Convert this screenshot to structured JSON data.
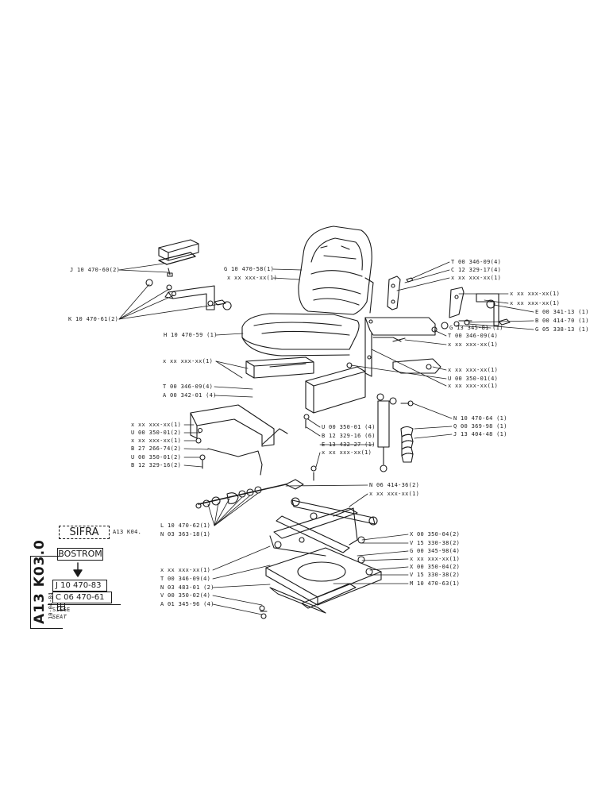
{
  "drawing": {
    "code": "A13 K03.0",
    "date": "10-04-84",
    "title_fr": "SIEGE",
    "title_en": "SEAT",
    "sifra_label": "SIFRA",
    "sifra_ref": "A13 K04.",
    "brand": "BOSTROM",
    "ref_1": "J 10 470-83",
    "ref_2": "C 06 470-61"
  },
  "parts": {
    "j_10470_60": "J 10 470-60(2)",
    "k_10470_61": "K 10 470-61(2)",
    "g_10470_58": "G 10 470-58(1)",
    "x_seat": "x xx xxx-xx(1)",
    "h_10470_59": "H 10 470-59 (1)",
    "x_slide": "x xx xxx-xx(1)",
    "t_00346_09_a": "T 00 346-09(4)",
    "a_00342_01": "A 00 342-01 (4)",
    "x_bracket": "x xx xxx-xx(1)",
    "u_00350_01_a": "U 00 350-01(2)",
    "x_rod": "x xx xxx-xx(1)",
    "b_27266_74": "B 27 266-74(2)",
    "u_00350_01_b": "U 00 350-01(2)",
    "b_12329_16_a": "B 12 329-16(2)",
    "t_00346_09_b": "T 00 346-09(4)",
    "c_12329_17": "C 12 329-17(4)",
    "x_arm_r": "x xx xxx-xx(1)",
    "x_arm_r2": "x xx xxx-xx(1)",
    "x_arm_r3": "x xx xxx-xx(1)",
    "e_00341_13": "E 00 341-13 (1)",
    "b_00414_70": "B 00 414-70 (1)",
    "g_13345_81": "G 13 345-81 (1)",
    "g_05338_13": "G 05 338-13 (1)",
    "t_00346_09_c": "T 00 346-09(4)",
    "x_side": "x xx xxx-xx(1)",
    "x_side2": "x xx xxx-xx(1)",
    "u_00350_01_c": "U 00 350-01(4)",
    "x_side3": "x xx xxx-xx(1)",
    "u_00350_01_d": "U 00 350-01 (4)",
    "b_12329_16_b": "B 12 329-16 (6)",
    "e_13432_27": "E 13 432-27 (1)",
    "x_mid": "x xx xxx-xx(1)",
    "n_10470_64": "N 10 470-64 (1)",
    "q_00369_98": "Q 00 369-98 (1)",
    "j_13404_48": "J 13 404-48 (1)",
    "n_06414_36": "N 06 414-36(2)",
    "x_axle": "x xx xxx-xx(1)",
    "l_10470_62": "L 10 470-62(1)",
    "n_03363_18": "N 03 363-18(1)",
    "x_00350_04_a": "X 00 350-04(2)",
    "v_15330_38_a": "V 15 330-38(2)",
    "g_00345_98": "G 00 345-98(4)",
    "x_base_r": "x xx xxx-xx(1)",
    "x_00350_04_b": "X 00 350-04(2)",
    "v_15330_38_b": "V 15 330-38(2)",
    "m_10470_63": "M 10 470-63(1)",
    "x_base_l": "x xx xxx-xx(1)",
    "t_00346_09_d": "T 00 346-09(4)",
    "n_03483_01": "N 03 483-01 (2)",
    "v_00350_02": "V 00 350-02(4)",
    "a_01345_96": "A 01 345-96 (4)"
  }
}
